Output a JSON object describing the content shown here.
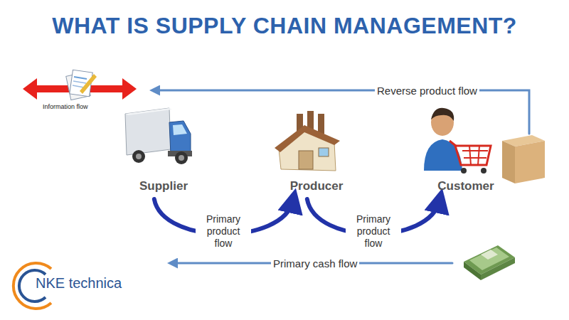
{
  "diagram": {
    "title": "WHAT IS SUPPLY CHAIN MANAGEMENT?",
    "nodes": [
      {
        "text": [
          "Supplier"
        ]
      },
      {
        "text": [
          "Producer"
        ]
      },
      {
        "text": [
          "Customer"
        ]
      }
    ],
    "edges": [
      {
        "from": 0,
        "to": 1,
        "label": "Primary product flow",
        "arrow": "to"
      },
      {
        "from": 1,
        "to": 2,
        "label": "Primary product flow",
        "arrow": "to"
      },
      {
        "from": 2,
        "to": 0,
        "label": "Reverse product flow",
        "arrow": "to"
      },
      {
        "from": 2,
        "to": 0,
        "label": "Primary cash flow",
        "arrow": "to"
      }
    ],
    "labels": [
      "Information flow",
      "NKE technica"
    ]
  }
}
